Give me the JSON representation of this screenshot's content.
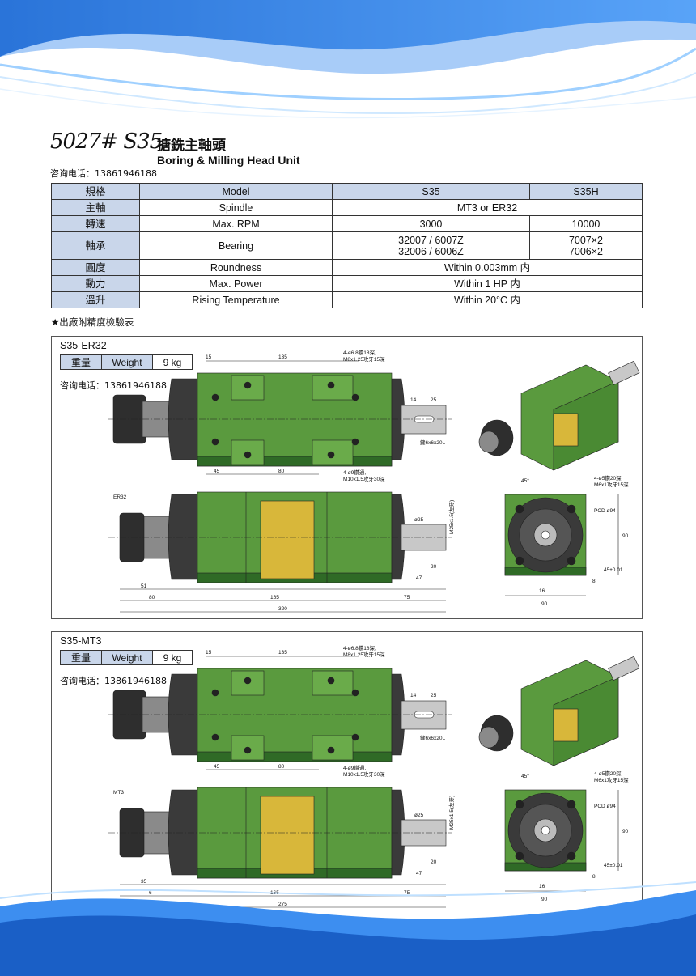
{
  "header": {
    "model": "5027# S35",
    "title_cn": "搪銑主軸頭",
    "title_en": "Boring & Milling Head Unit",
    "phone": "咨询电话：13861946188"
  },
  "spec_table": {
    "headers": [
      "規格",
      "Model",
      "S35",
      "S35H"
    ],
    "rows": [
      {
        "cn": "主軸",
        "en": "Spindle",
        "value": "MT3 or ER32"
      },
      {
        "cn": "轉速",
        "en": "Max. RPM",
        "s35": "3000",
        "s35h": "10000"
      },
      {
        "cn": "軸承",
        "en": "Bearing",
        "s35_line1": "32007 / 6007Z",
        "s35_line2": "32006 / 6006Z",
        "s35h_line1": "7007×2",
        "s35h_line2": "7006×2"
      },
      {
        "cn": "圓度",
        "en": "Roundness",
        "value": "Within 0.003mm 内"
      },
      {
        "cn": "動力",
        "en": "Max. Power",
        "value": "Within 1 HP 内"
      },
      {
        "cn": "溫升",
        "en": "Rising Temperature",
        "value": "Within 20°C 内"
      }
    ]
  },
  "note": "★出廠附精度檢驗表",
  "panels": [
    {
      "title": "S35-ER32",
      "weight_cn": "重量",
      "weight_en": "Weight",
      "weight_value": "9 kg",
      "phone": "咨询电话：13861946188",
      "nose_label": "ER32",
      "dims": {
        "top_15": "15",
        "top_135": "135",
        "left_45": "45",
        "mid_80": "80",
        "key_14": "14",
        "key_25": "25",
        "key": "鍵6x6x20L",
        "holes_top_1": "4-ø6.8鑽18深,",
        "holes_top_2": "M8x1.25攻牙15深",
        "holes_bot_1": "4-ø9鑽通,",
        "holes_bot_2": "M10x1.5攻牙30深",
        "bot_51": "51",
        "bot_80": "80",
        "bot_165": "165",
        "bot_75": "75",
        "total": "320",
        "r_47": "47",
        "r_20": "20",
        "thread": "M25x1.5(左牙)",
        "dia": "ø25",
        "face_holes_1": "4-ø5鑽20深,",
        "face_holes_2": "M6x1攻牙15深",
        "pcd": "PCD ø94",
        "angle": "45°",
        "f_90w": "90",
        "f_90h": "90",
        "f_45": "45±0.01",
        "f_8": "8",
        "f_16": "16"
      }
    },
    {
      "title": "S35-MT3",
      "weight_cn": "重量",
      "weight_en": "Weight",
      "weight_value": "9 kg",
      "phone": "咨询电话：13861946188",
      "nose_label": "MT3",
      "dims": {
        "top_15": "15",
        "top_135": "135",
        "left_45": "45",
        "mid_80": "80",
        "key_14": "14",
        "key_25": "25",
        "key": "鍵6x6x20L",
        "holes_top_1": "4-ø6.8鑽18深,",
        "holes_top_2": "M8x1.25攻牙15深",
        "holes_bot_1": "4-ø9鑽通,",
        "holes_bot_2": "M10x1.5攻牙30深",
        "bot_51": "35",
        "bot_80": "6",
        "bot_165": "165",
        "bot_75": "75",
        "total": "275",
        "r_47": "47",
        "r_20": "20",
        "thread": "M25x1.5(左牙)",
        "dia": "ø25",
        "face_holes_1": "4-ø5鑽20深,",
        "face_holes_2": "M6x1攻牙15深",
        "pcd": "PCD ø94",
        "angle": "45°",
        "f_90w": "90",
        "f_90h": "90",
        "f_45": "45±0.01",
        "f_8": "8",
        "f_16": "16"
      }
    }
  ],
  "colors": {
    "green": "#5a9a3e",
    "dark_green": "#2f6a26",
    "body_dark": "#3a3a3a",
    "plate": "#d8b73a",
    "table_head": "#c9d6ea",
    "wave_blue": "#2a78d6"
  }
}
